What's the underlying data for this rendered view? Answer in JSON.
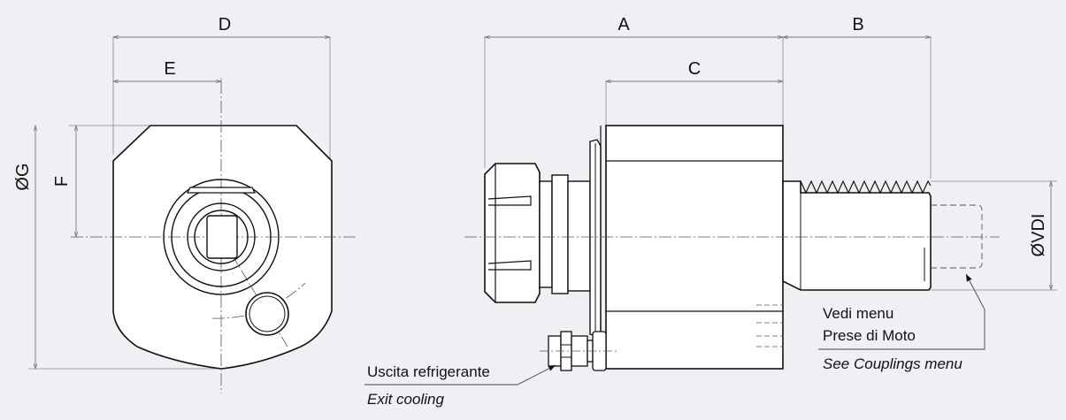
{
  "colors": {
    "background": "#eef0f3",
    "part_fill": "#ffffff",
    "outline": "#111111",
    "dimension_line": "#777777"
  },
  "labels": {
    "dim_d": "D",
    "dim_e": "E",
    "dim_f": "F",
    "dim_g": "ØG",
    "dim_a": "A",
    "dim_b": "B",
    "dim_c": "C",
    "dim_vdi": "ØVDI"
  },
  "notes": {
    "couplings_it_line1": "Vedi menu",
    "couplings_it_line2": "Prese di Moto",
    "couplings_en": "See Couplings menu",
    "cooling_it": "Uscita refrigerante",
    "cooling_en": "Exit cooling"
  }
}
